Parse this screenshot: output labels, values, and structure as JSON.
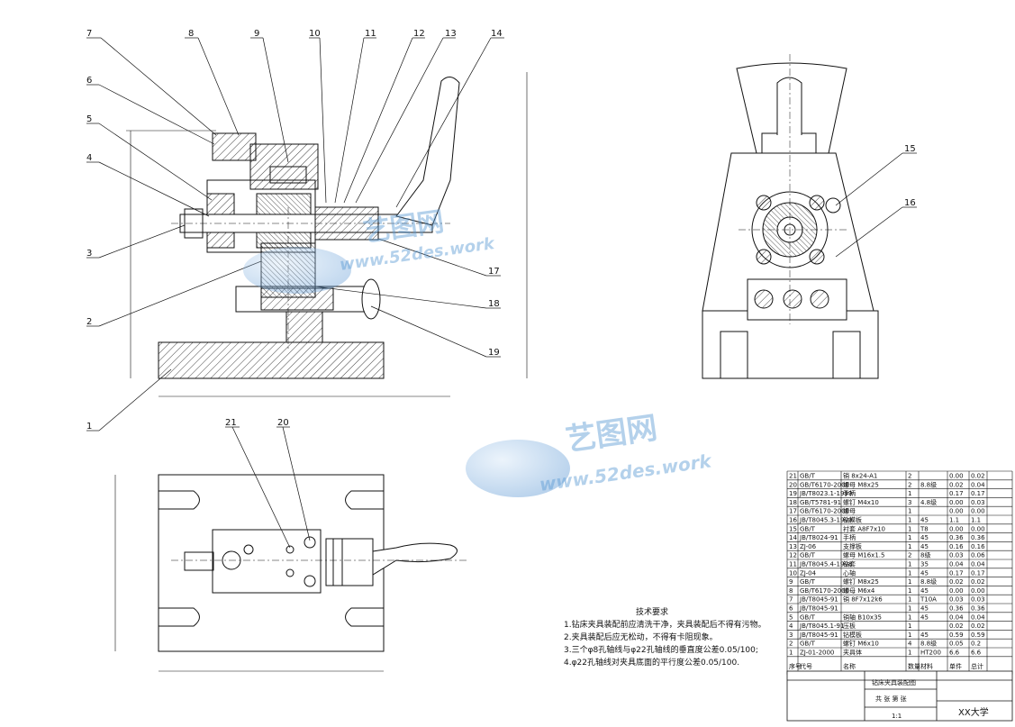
{
  "callouts_top": [
    "7",
    "8",
    "9",
    "10",
    "11",
    "12",
    "13",
    "14"
  ],
  "callouts_left": [
    "6",
    "5",
    "4",
    "3",
    "2",
    "1"
  ],
  "callouts_right": [
    "17",
    "18",
    "19"
  ],
  "callouts_side": [
    "15",
    "16"
  ],
  "callouts_bottom": [
    "21",
    "20"
  ],
  "watermark": {
    "brand": "艺图网",
    "url": "www.52des.work"
  },
  "notes": {
    "title": "技术要求",
    "lines": [
      "1.钻床夹具装配前应清洗干净，夹具装配后不得有污物。",
      "2.夹具装配后应无松动，不得有卡阻现象。",
      "3.三个φ8孔轴线与φ22孔轴线的垂直度公差0.05/100;",
      "4.φ22孔轴线对夹具底面的平行度公差0.05/100."
    ]
  },
  "bom": [
    [
      "21",
      "GB/T",
      "销 8x24-A1",
      "2",
      "",
      "0.00",
      "0.02"
    ],
    [
      "20",
      "GB/T6170-2000",
      "螺母 M8x25",
      "2",
      "8.8级",
      "0.02",
      "0.04"
    ],
    [
      "19",
      "JB/T8023.1-1999",
      "手柄",
      "1",
      "",
      "0.17",
      "0.17"
    ],
    [
      "18",
      "GB/T5781-91",
      "螺钉 M4x10",
      "3",
      "4.8级",
      "0.00",
      "0.03"
    ],
    [
      "17",
      "GB/T6170-2000",
      "螺母",
      "1",
      "",
      "0.00",
      "0.00"
    ],
    [
      "16",
      "JB/T8045.3-1999",
      "钻模板",
      "1",
      "45",
      "1.1",
      "1.1"
    ],
    [
      "15",
      "GB/T",
      "衬套 A8F7x10",
      "1",
      "T8",
      "0.00",
      "0.00"
    ],
    [
      "14",
      "JB/T8024-91",
      "手柄",
      "1",
      "45",
      "0.36",
      "0.36"
    ],
    [
      "13",
      "ZJ-06",
      "支撑板",
      "1",
      "45",
      "0.16",
      "0.16"
    ],
    [
      "12",
      "GB/T",
      "螺母 M16x1.5",
      "2",
      "8级",
      "0.03",
      "0.06"
    ],
    [
      "11",
      "JB/T8045.4-1998",
      "钻套",
      "1",
      "35",
      "0.04",
      "0.04"
    ],
    [
      "10",
      "ZJ-04",
      "心轴",
      "1",
      "45",
      "0.17",
      "0.17"
    ],
    [
      "9",
      "GB/T",
      "螺钉 M8x25",
      "1",
      "8.8级",
      "0.02",
      "0.02"
    ],
    [
      "8",
      "GB/T6170-2000",
      "螺母 M6x4",
      "1",
      "45",
      "0.00",
      "0.00"
    ],
    [
      "7",
      "JB/T8045-91",
      "销 8F7x12k6",
      "1",
      "T10A",
      "0.03",
      "0.03"
    ],
    [
      "6",
      "JB/T8045-91",
      "",
      "1",
      "45",
      "0.36",
      "0.36"
    ],
    [
      "5",
      "GB/T",
      "销轴 B10x35",
      "1",
      "45",
      "0.04",
      "0.04"
    ],
    [
      "4",
      "JB/T8045.1-91",
      "压板",
      "1",
      "",
      "0.02",
      "0.02"
    ],
    [
      "3",
      "JB/T8045-91",
      "钻模板",
      "1",
      "45",
      "0.59",
      "0.59"
    ],
    [
      "2",
      "GB/T",
      "螺钉 M6x10",
      "4",
      "8.8级",
      "0.05",
      "0.2"
    ],
    [
      "1",
      "ZJ-01-2000",
      "夹具体",
      "1",
      "HT200",
      "6.6",
      "6.6"
    ]
  ],
  "bom_header": [
    "序号",
    "代号",
    "名称",
    "数量",
    "材料",
    "单件",
    "总计"
  ],
  "title_block": {
    "drawing_name": "钻床夹具装配图",
    "school": "XX大学",
    "scale": "1:1",
    "sheet": "共 张 第 张"
  }
}
